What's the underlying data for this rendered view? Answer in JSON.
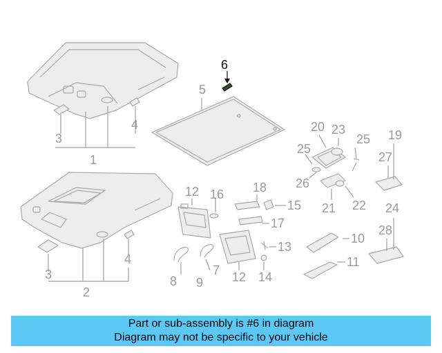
{
  "banner": {
    "line1": "Part or sub-assembly is #6 in diagram",
    "line2": "Diagram may not be specific to your vehicle",
    "background": "#5bc8f5"
  },
  "highlight_part": "6",
  "callouts": [
    "1",
    "2",
    "3",
    "3",
    "4",
    "4",
    "5",
    "6",
    "7",
    "8",
    "9",
    "10",
    "11",
    "12",
    "12",
    "13",
    "14",
    "15",
    "16",
    "17",
    "18",
    "19",
    "20",
    "21",
    "22",
    "23",
    "24",
    "25",
    "25",
    "26",
    "27",
    "28"
  ],
  "colors": {
    "line": "#a9a9a9",
    "label": "#9a9a9a",
    "highlight": "#111111"
  }
}
